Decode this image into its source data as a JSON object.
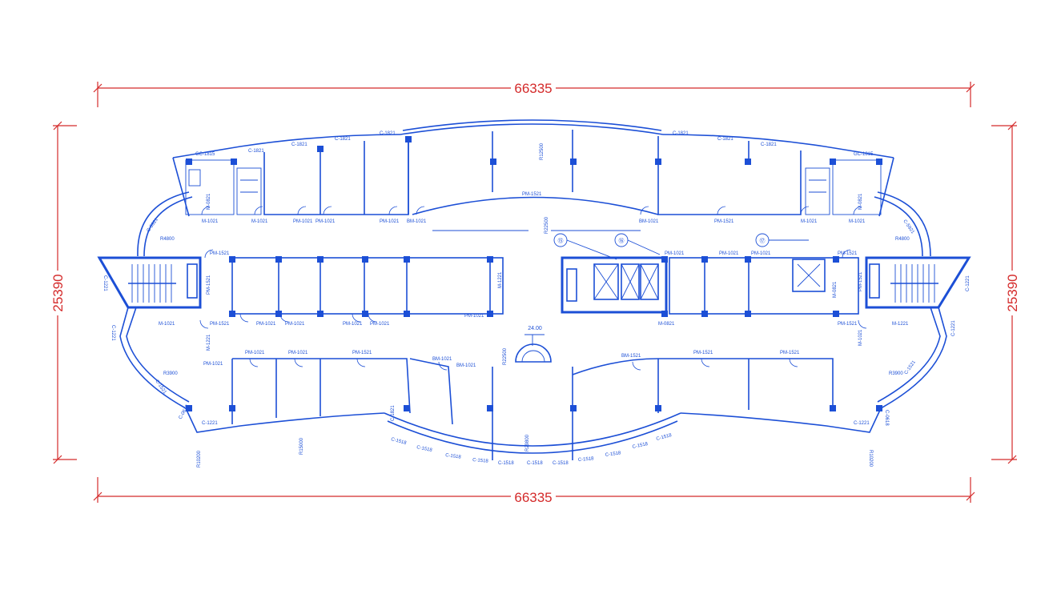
{
  "dimensions": {
    "top_width": "66335",
    "bottom_width": "66335",
    "left_height": "25390",
    "right_height": "25390"
  },
  "elevation": "24.00",
  "radii": {
    "top_center": "R12500",
    "corridor_top": "R22500",
    "corridor_bottom": "R22500",
    "bottom_center": "R29800",
    "bottom_left": "R15000",
    "left_top_arc": "R4800",
    "right_top_arc": "R4800",
    "left_bottom_arc": "R3900",
    "right_bottom_arc": "R3900",
    "left_outer": "R10200",
    "right_outer": "R10200"
  },
  "grid_markers": [
    "⑮",
    "⑯",
    "⑰"
  ],
  "labels_top": [
    "GC-1815",
    "C-1821",
    "C-1821",
    "C-1821",
    "C-1821",
    "C-1821",
    "C-1821",
    "C-1821",
    "GC-1815"
  ],
  "labels_top_row": [
    "M-1021",
    "M-1021",
    "PM-1021",
    "PM-1021",
    "PM-1021",
    "BM-1021",
    "PM-1521",
    "BM-1021",
    "PM-1521",
    "M-1021",
    "M-1021",
    "M-0821",
    "M-0821"
  ],
  "labels_middle": [
    "PM-1521",
    "PM-1521",
    "PM-1521",
    "PM-1021",
    "PM-1021",
    "PM-1021",
    "PM-1021",
    "PM-1021",
    "M-1221",
    "PM-1021",
    "PM-1021",
    "PM-1021",
    "PM-1521",
    "PM-1521",
    "PM-1521",
    "M-0821",
    "M-0821",
    "M-1021",
    "M-1221",
    "M-1221",
    "M-1021"
  ],
  "labels_bottom_row": [
    "PM-1021",
    "PM-1021",
    "PM-1521",
    "BM-1021",
    "BM-1021",
    "BM-1521",
    "PM-1521",
    "PM-1521",
    "PM-1021"
  ],
  "labels_sides": [
    "C-5921",
    "C-5921",
    "C-1221",
    "C-1221",
    "C-1221",
    "C-1221",
    "C-1521",
    "C-1521",
    "C-1221",
    "C-1221",
    "C-0618",
    "C-0618",
    "C-1821"
  ],
  "labels_bottom": [
    "C-1518",
    "C-1518",
    "C-1518",
    "C-1518",
    "C-1518",
    "C-1518",
    "C-1518",
    "C-1518",
    "C-1518",
    "C-1518",
    "C-1518"
  ]
}
